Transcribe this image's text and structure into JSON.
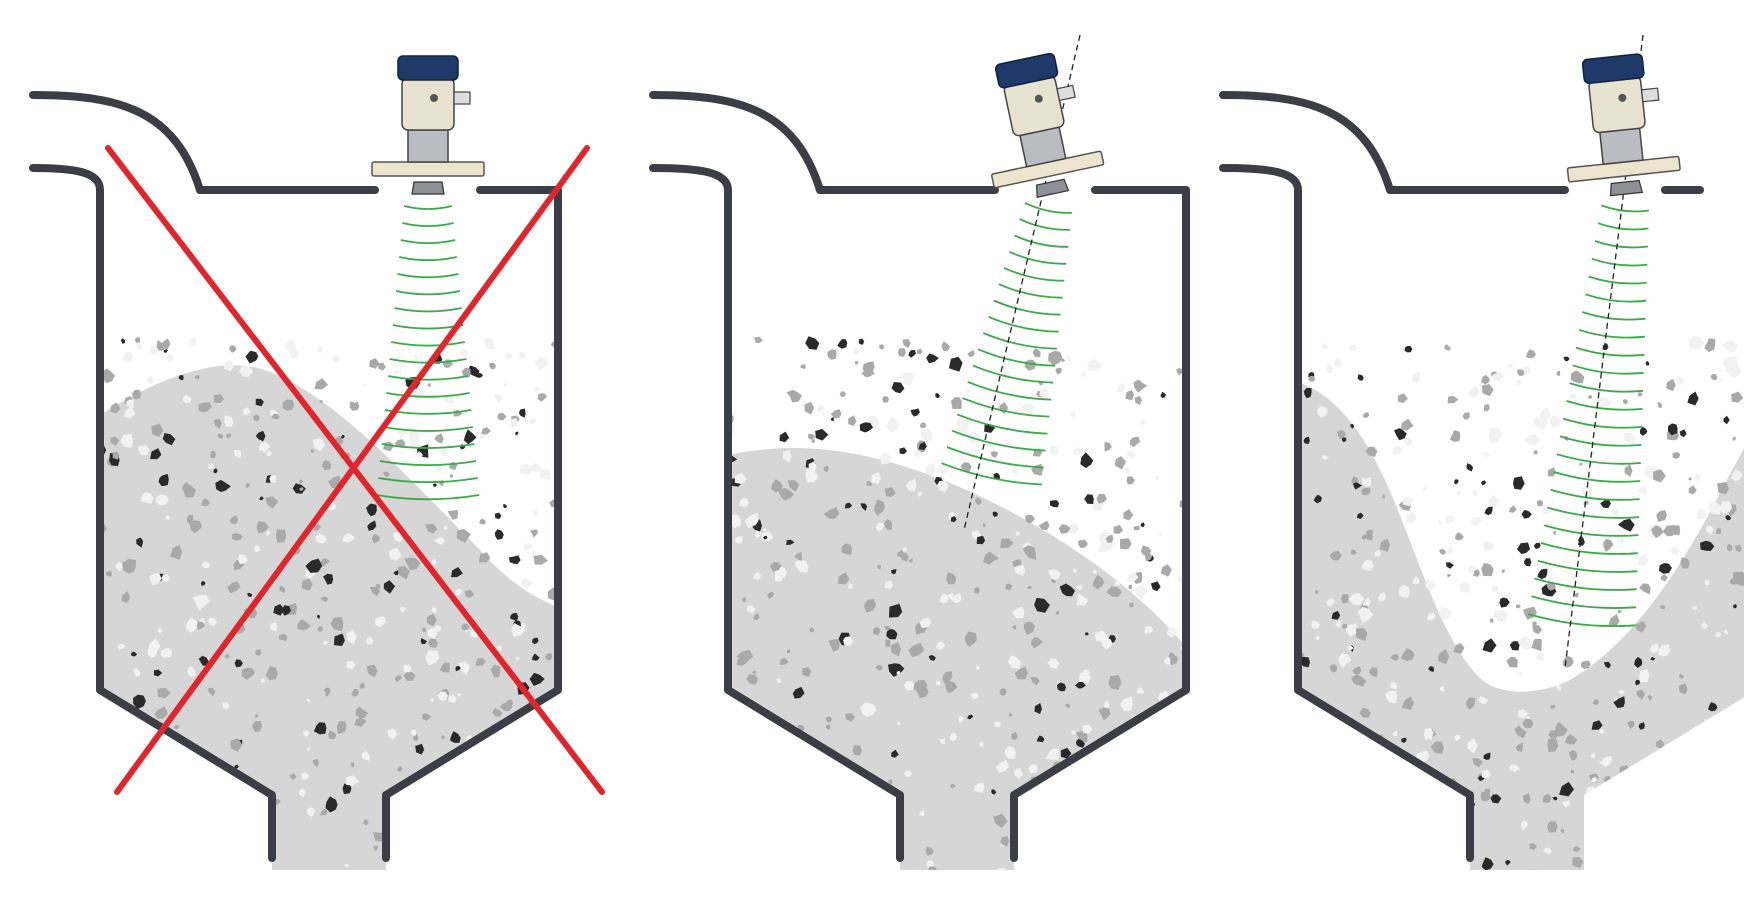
{
  "diagram": {
    "panels": [
      {
        "id": "panel-1",
        "verdict": "incorrect",
        "sensor": "tilted-none",
        "material_surface": "heap-peak-left",
        "marker": "red-cross"
      },
      {
        "id": "panel-2",
        "verdict": "correct",
        "sensor": "tilted-perpendicular-to-slope",
        "material_surface": "sloped-down-right"
      },
      {
        "id": "panel-3",
        "verdict": "correct",
        "sensor": "tilted-toward-outlet",
        "material_surface": "funnel-crater"
      }
    ],
    "colors": {
      "vessel_wall": "#3b3f45",
      "material_fill": "#d6d6d6",
      "material_dark_grain": "#2a2a2a",
      "material_light_grain": "#f2f2f2",
      "beam": "#3aaa48",
      "cross": "#e0262d",
      "sensor_cap": "#1f3a68",
      "sensor_body": "#e8e2d0",
      "sensor_flange": "#ece4cc",
      "sensor_metal": "#b9bcc0"
    }
  }
}
